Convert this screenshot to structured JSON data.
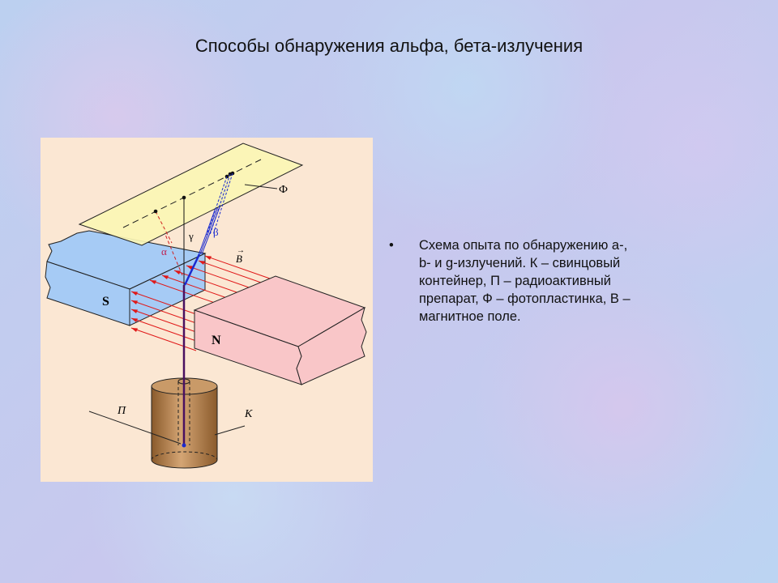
{
  "slide": {
    "title": "Способы обнаружения альфа, бета-излучения",
    "bullet_symbol": "•",
    "bullet_text": "Схема опыта по обнаружению a-, b- и g-излучений. К – свинцовый контейнер, П – радиоактивный препарат, Ф – фотопластинка, В – магнитное поле."
  },
  "figure": {
    "labels": {
      "photoplate": "Ф",
      "gamma": "γ",
      "beta": "β",
      "alpha": "α",
      "field": "B",
      "south": "S",
      "north": "N",
      "source": "П",
      "container": "К"
    }
  }
}
